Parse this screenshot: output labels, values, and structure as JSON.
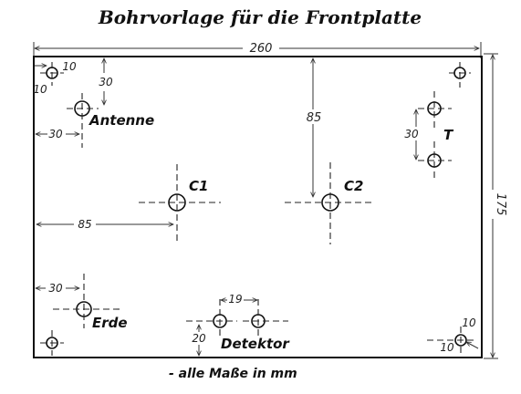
{
  "title": "Bohrvorlage für die Frontplatte",
  "note": "- alle Maße in mm",
  "labels": {
    "antenne": "Antenne",
    "t": "T",
    "c1": "C1",
    "c2": "C2",
    "erde": "Erde",
    "detektor": "Detektor"
  },
  "dimensions": {
    "width": "260",
    "height": "175",
    "corner_tl_top": "10",
    "corner_tl_left": "10",
    "antenne_top": "30",
    "antenne_left": "30",
    "c1_left": "85",
    "c2_top": "85",
    "t_spacing": "30",
    "erde_left": "30",
    "detektor_spacing": "19",
    "detektor_bottom": "20",
    "corner_br_bottom": "10",
    "corner_br_right": "10"
  }
}
